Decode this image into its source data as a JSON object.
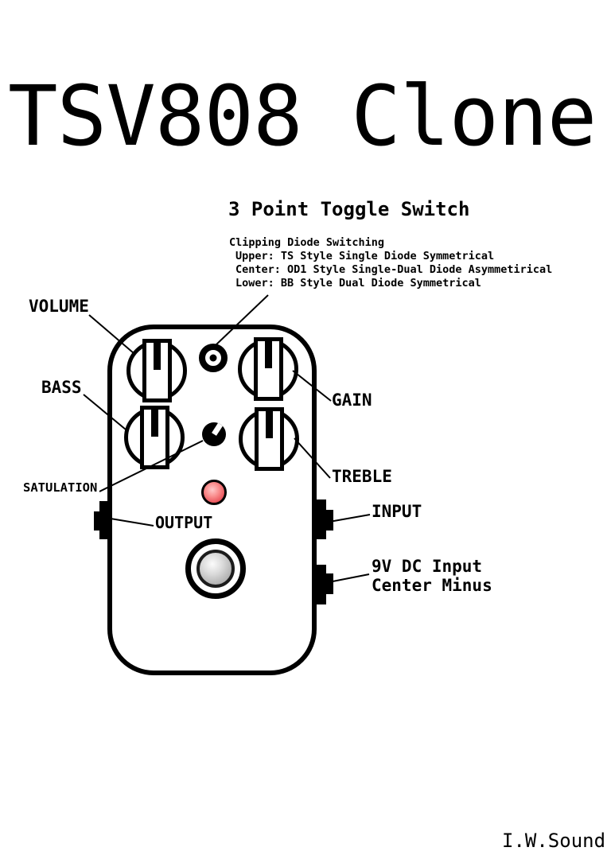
{
  "title": "TSV808 Clone",
  "subtitle": "3 Point Toggle Switch",
  "clipping_notes": {
    "heading": "Clipping Diode Switching",
    "upper": "Upper: TS Style Single Diode Symmetrical",
    "center": "Center: OD1 Style Single-Dual Diode Asymmetirical",
    "lower": "Lower: BB Style Dual Diode Symmetrical"
  },
  "pedal": {
    "labels": {
      "volume": "VOLUME",
      "bass": "BASS",
      "saturation": "SATULATION",
      "output": "OUTPUT",
      "gain": "GAIN",
      "treble": "TREBLE",
      "input": "INPUT",
      "dc_input_line1": "9V DC Input",
      "dc_input_line2": "Center Minus"
    },
    "components": {
      "knobs": [
        "volume",
        "gain",
        "bass",
        "treble"
      ],
      "toggle": "3-point-toggle-switch",
      "trimmer": "saturation-trimmer",
      "led": "status-led",
      "footswitch": "footswitch"
    }
  },
  "footer": "I.W.Sound",
  "colors": {
    "ink": "#000000",
    "paper": "#ffffff",
    "led_red": "#e8525a",
    "led_highlight": "#ffc9c9",
    "footswitch_gray": "#b5b5b5"
  }
}
